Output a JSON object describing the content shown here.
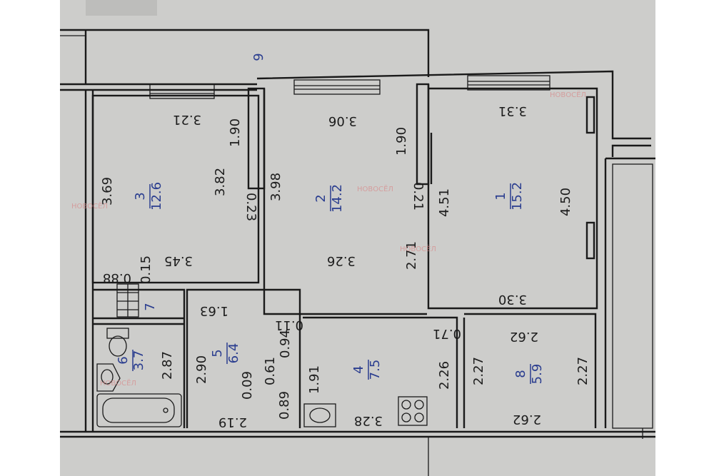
{
  "rooms": [
    {
      "id": "r1",
      "number": "1",
      "area": "15.2"
    },
    {
      "id": "r2",
      "number": "2",
      "area": "14.2"
    },
    {
      "id": "r3",
      "number": "3",
      "area": "12.6"
    },
    {
      "id": "r4",
      "number": "4",
      "area": "7.5"
    },
    {
      "id": "r5",
      "number": "5",
      "area": "6.4"
    },
    {
      "id": "r6",
      "number": "6",
      "area": "3.7"
    },
    {
      "id": "r7",
      "number": "7"
    },
    {
      "id": "r8",
      "number": "8",
      "area": "5.9"
    },
    {
      "id": "r9",
      "number": "9"
    }
  ],
  "dimensions": [
    "3.21",
    "1.90",
    "3.82",
    "3.69",
    "0.23",
    "3.45",
    "0.88",
    "0.15",
    "3.06",
    "3.98",
    "1.90",
    "0.21",
    "3.26",
    "2.71",
    "3.31",
    "4.51",
    "4.50",
    "3.30",
    "1.63",
    "0.11",
    "0.94",
    "2.90",
    "0.09",
    "0.61",
    "0.89",
    "2.19",
    "2.87",
    "1.91",
    "3.28",
    "2.26",
    "0.71",
    "2.62",
    "2.27",
    "2.27",
    "2.62"
  ],
  "watermark": "НОВОСЁЛ",
  "colors": {
    "paper": "#cfcfcf",
    "wall": "#1a1a1a",
    "area_text": "#2a3d8f"
  }
}
